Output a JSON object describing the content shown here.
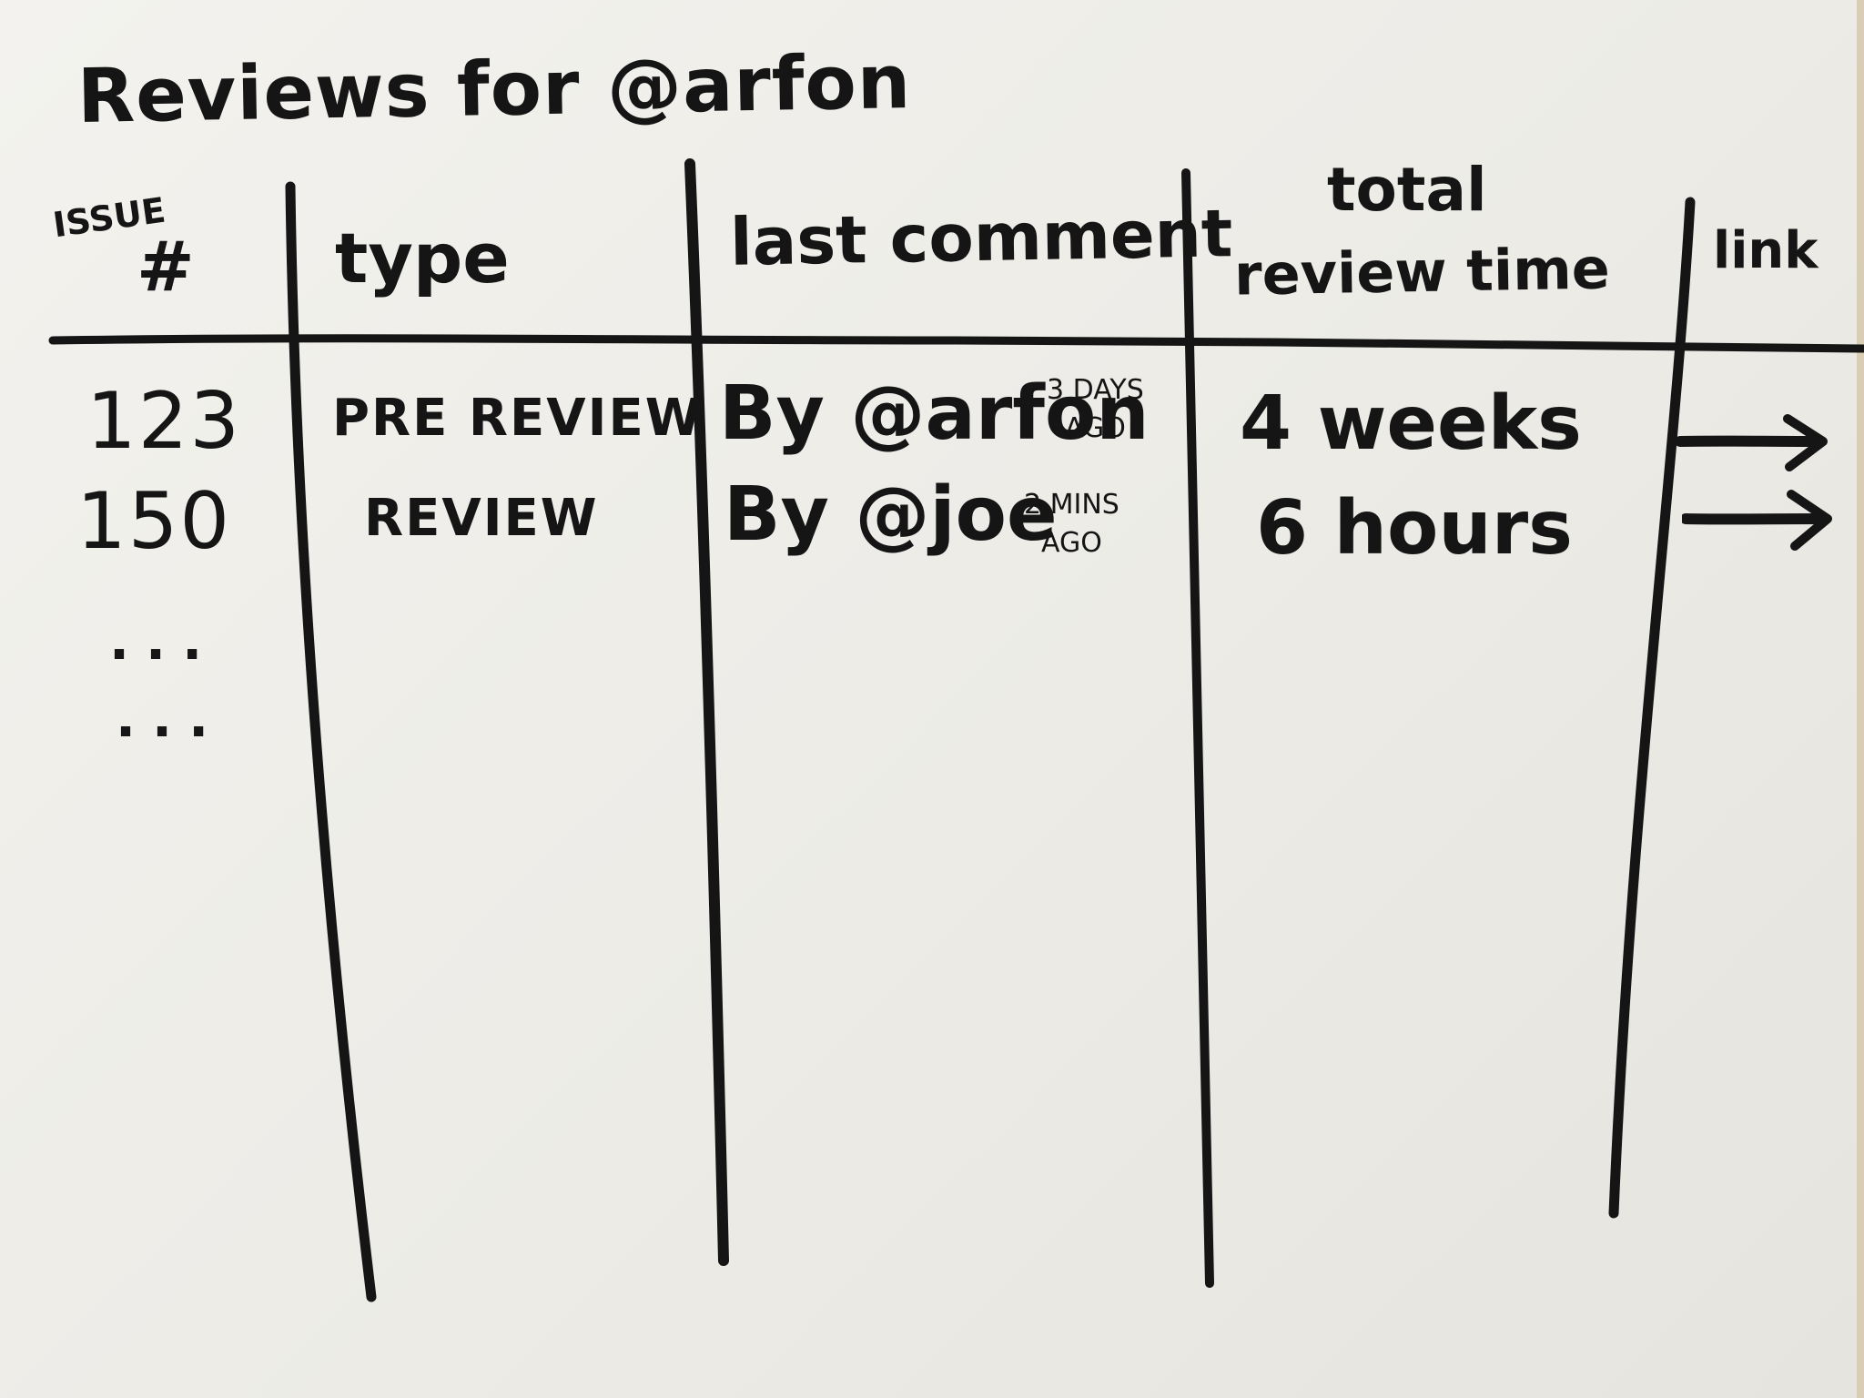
{
  "title": "Reviews for @arfon",
  "headers": {
    "issue_top": "ISSUE",
    "issue_bottom": "#",
    "type": "type",
    "last_comment": "last comment",
    "total_line1": "total",
    "total_line2": "review time",
    "link": "link"
  },
  "rows": [
    {
      "issue": "123",
      "type": "PRE REVIEW",
      "last_comment_by": "By @arfon",
      "ago_line1": "3 DAYS",
      "ago_line2": "AGO",
      "total_review_time": "4 weeks",
      "link_icon": "arrow-right-icon"
    },
    {
      "issue": "150",
      "type": "REVIEW",
      "last_comment_by": "By @joe",
      "ago_line1": "2 MINS",
      "ago_line2": "AGO",
      "total_review_time": "6 hours",
      "link_icon": "arrow-right-icon"
    }
  ],
  "ellipsis_rows": [
    "...",
    "..."
  ],
  "colors": {
    "paper": "#efeeea",
    "ink": "#151515",
    "edge": "#d8cdb5"
  }
}
